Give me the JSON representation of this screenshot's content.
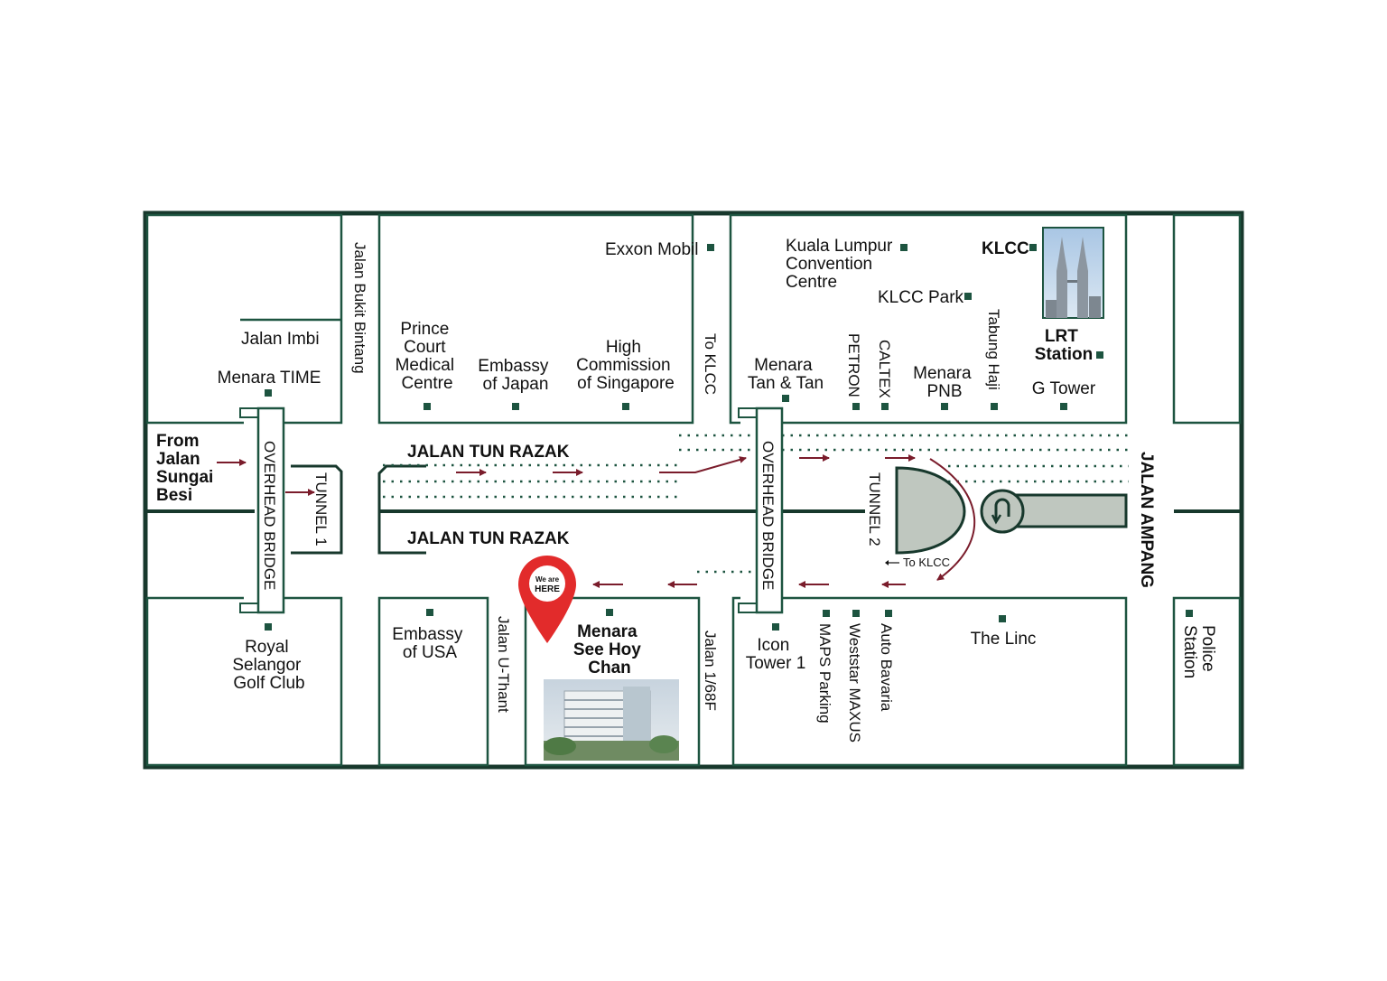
{
  "colors": {
    "green": "#1d5440",
    "frame": "#17382c",
    "roundabout_fill": "#bfc7bf",
    "arrow": "#7a1c2b",
    "pin": "#e22b2b"
  },
  "roads": {
    "jalan_tun_razak_north": "JALAN TUN RAZAK",
    "jalan_tun_razak_south": "JALAN TUN RAZAK",
    "jalan_ampang": "JALAN AMPANG",
    "jalan_bukit_bintang": "Jalan Bukit Bintang",
    "jalan_imbi": "Jalan Imbi",
    "to_klcc_vertical": "To KLCC",
    "jalan_u_thant": "Jalan U-Thant",
    "jalan_1_68f": "Jalan 1/68F",
    "to_klcc_small": "To KLCC"
  },
  "structures": {
    "overhead_bridge_west": "OVERHEAD BRIDGE",
    "overhead_bridge_east": "OVERHEAD BRIDGE",
    "tunnel_1": "TUNNEL 1",
    "tunnel_2": "TUNNEL 2"
  },
  "landmarks": {
    "from_sungai_besi": [
      "From",
      "Jalan",
      "Sungai",
      "Besi"
    ],
    "menara_time": "Menara TIME",
    "prince_court": [
      "Prince",
      "Court",
      "Medical",
      "Centre"
    ],
    "embassy_japan": [
      "Embassy",
      "of Japan"
    ],
    "high_commission": [
      "High",
      "Commission",
      "of Singapore"
    ],
    "exxon_mobil": "Exxon Mobil",
    "klcc_convention": [
      "Kuala Lumpur",
      "Convention",
      "Centre"
    ],
    "klcc_park": "KLCC Park",
    "klcc": "KLCC",
    "lrt_station": [
      "LRT",
      "Station"
    ],
    "menara_tan": [
      "Menara",
      "Tan & Tan"
    ],
    "petron": "PETRON",
    "caltex": "CALTEX",
    "menara_pnb": [
      "Menara",
      "PNB"
    ],
    "tabung_haji": "Tabung Haji",
    "g_tower": "G Tower",
    "royal_selangor": [
      "Royal",
      "Selangor",
      "Golf Club"
    ],
    "embassy_usa": [
      "Embassy",
      "of USA"
    ],
    "menara_see_hoy_chan": [
      "Menara",
      "See Hoy",
      "Chan"
    ],
    "icon_tower": [
      "Icon",
      "Tower 1"
    ],
    "maps_parking": "MAPS Parking",
    "weststar": "Weststar MAXUS",
    "auto_bavaria": "Auto Bavaria",
    "the_linc": "The Linc",
    "police_station": [
      "Police",
      "Station"
    ]
  },
  "pin": {
    "line1": "We are",
    "line2": "HERE"
  },
  "icons": {
    "u_turn": "u-turn-icon",
    "location_pin": "location-pin-icon"
  }
}
